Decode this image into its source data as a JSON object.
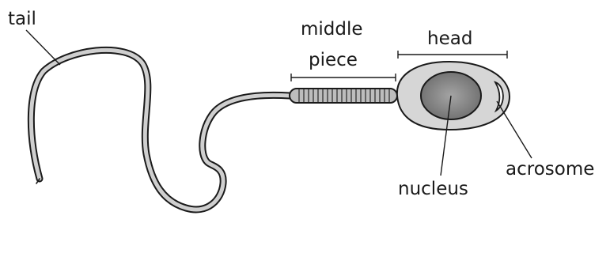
{
  "labels": {
    "tail": "tail",
    "middle_line1": "middle",
    "middle_line2": "piece",
    "head": "head",
    "acrosome": "acrosome",
    "nucleus": "nucleus"
  },
  "colors": {
    "outline": "#1a1a1a",
    "tail_fill": "#cfcfcf",
    "head_fill": "#d6d6d6",
    "nucleus_center": "#9e9e9e",
    "nucleus_edge": "#6a6a6a",
    "acrosome_fill": "#ffffff"
  }
}
